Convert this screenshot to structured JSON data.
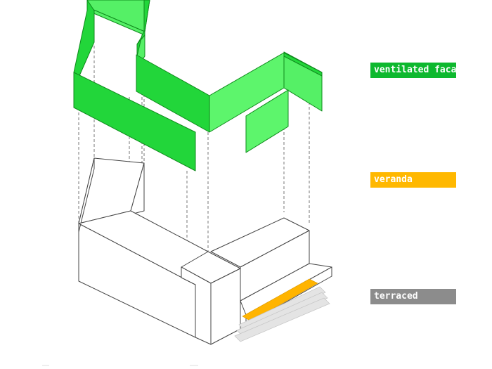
{
  "legend": [
    {
      "label": "ventilated facade",
      "color": "#0db82e"
    },
    {
      "label": "veranda",
      "color": "#ffb800"
    },
    {
      "label": "terraced",
      "color": "#8c8c8c"
    }
  ],
  "colors": {
    "facade_front": "#22d63a",
    "facade_back": "#55f066",
    "facade_edge": "#0f8a1c",
    "building_line": "#444444",
    "veranda_fill": "#ffb400",
    "terrace_fill": "#e4e4e4",
    "guide_line": "#666666"
  }
}
